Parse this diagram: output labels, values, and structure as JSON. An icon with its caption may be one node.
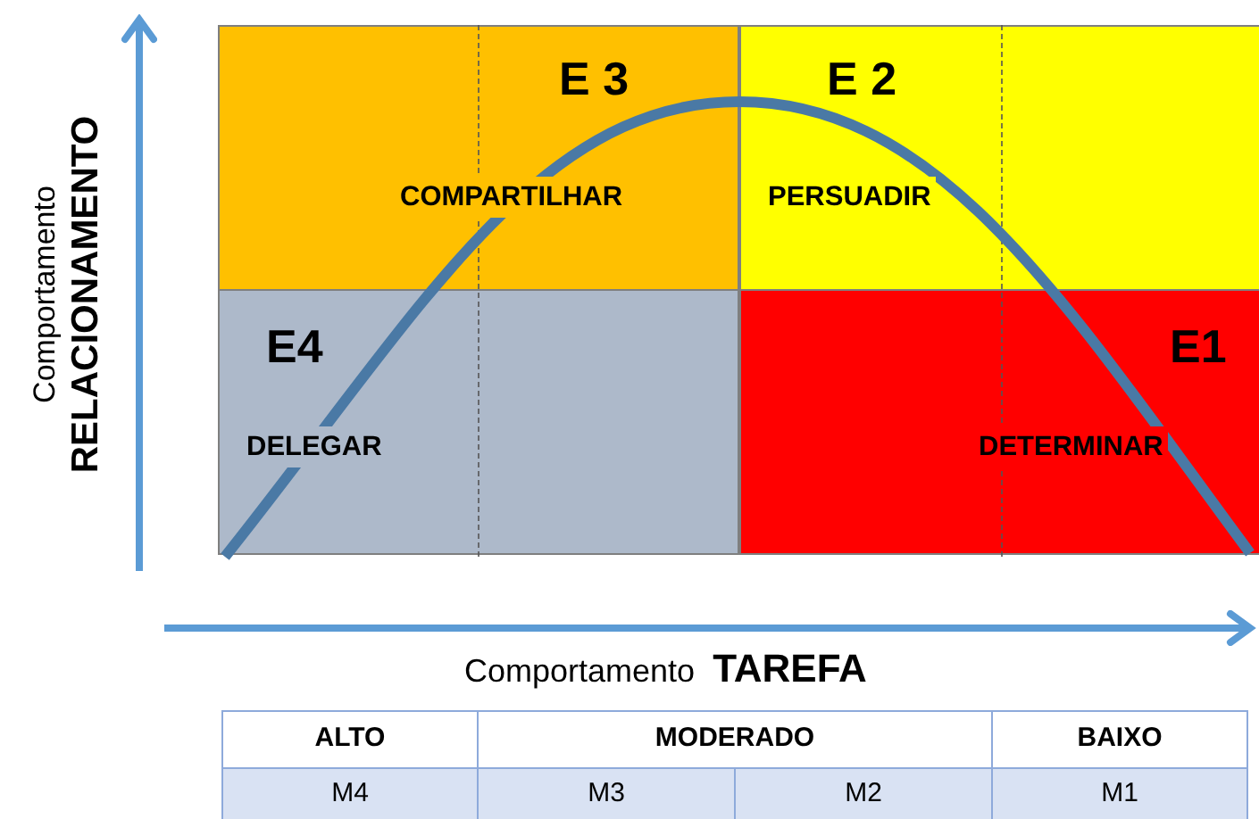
{
  "diagram": {
    "nodes": [
      {
        "text": [
          "E 3",
          "COMPARTILHAR"
        ]
      },
      {
        "text": [
          "E 2",
          "PERSUADIR"
        ]
      },
      {
        "text": [
          "E4",
          "DELEGAR"
        ]
      },
      {
        "text": [
          "E1",
          "DETERMINAR"
        ]
      }
    ],
    "labels": [
      "Comportamento",
      "RELACIONAMENTO",
      "Comportamento",
      "TAREFA",
      "ALTO",
      "MODERADO",
      "BAIXO",
      "M4",
      "M3",
      "M2",
      "M1"
    ]
  }
}
